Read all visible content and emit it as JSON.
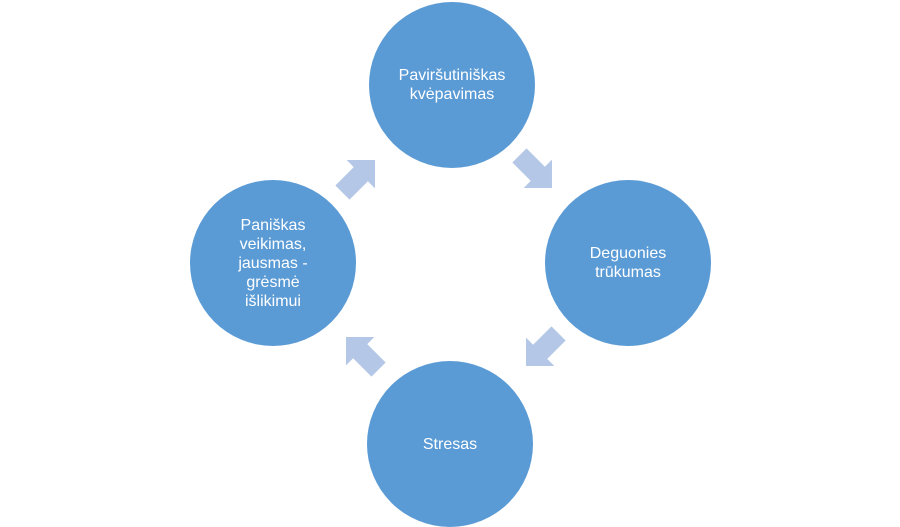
{
  "diagram": {
    "nodes": [
      {
        "id": "top",
        "label": "Paviršutiniškas\nkvėpavimas"
      },
      {
        "id": "right",
        "label": "Deguonies\ntrūkumas"
      },
      {
        "id": "bottom",
        "label": "Stresas"
      },
      {
        "id": "left",
        "label": "Paniškas\nveikimas,\njausmas -\ngrėsmė\nišlikimui"
      }
    ],
    "colors": {
      "node_fill": "#5b9bd5",
      "arrow_fill": "#b4c7e7"
    }
  }
}
